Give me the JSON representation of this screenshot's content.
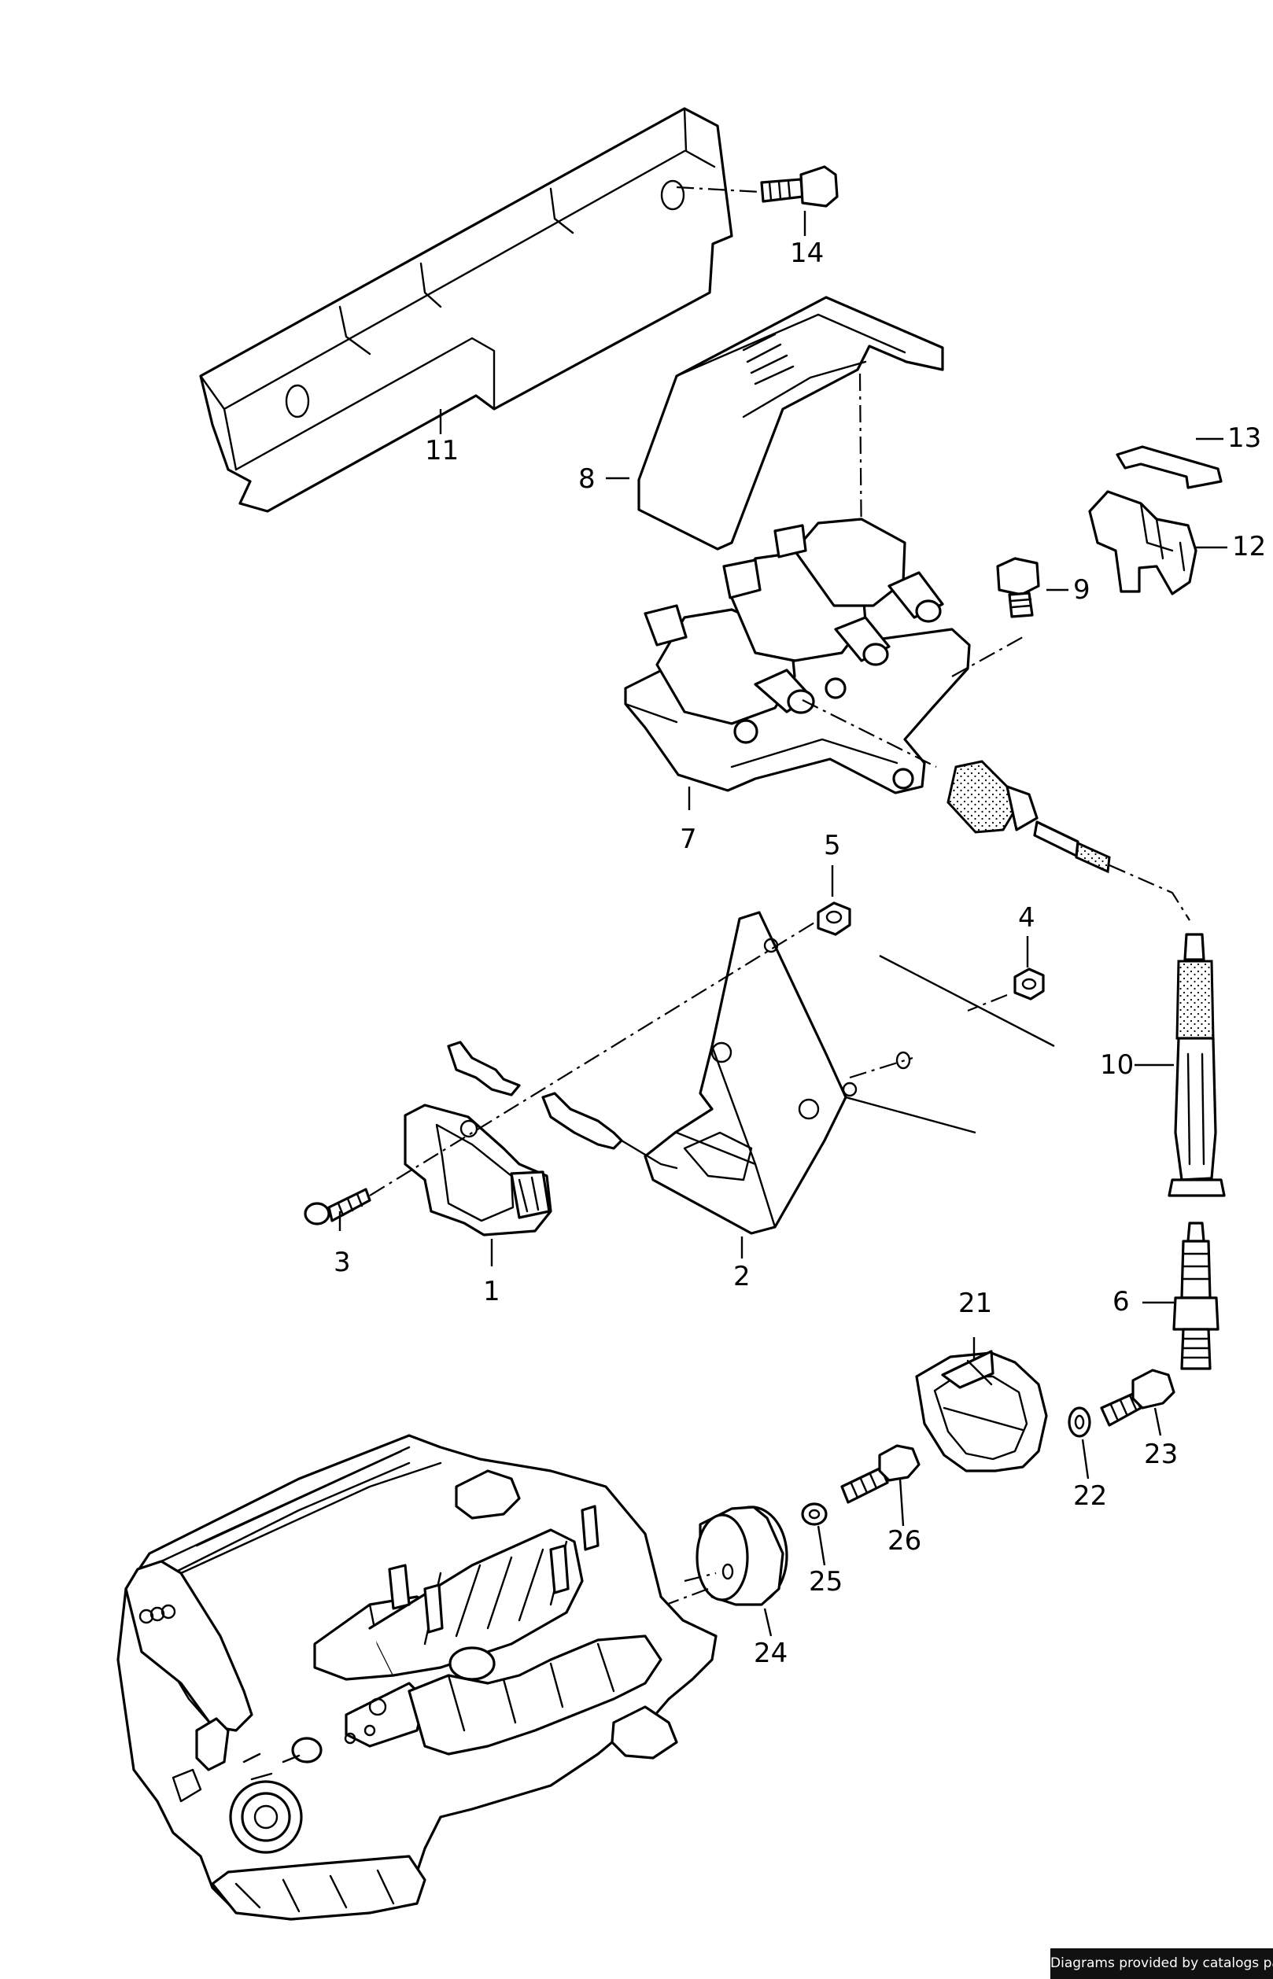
{
  "callouts": [
    {
      "id": "1",
      "label": "1"
    },
    {
      "id": "2",
      "label": "2"
    },
    {
      "id": "3",
      "label": "3"
    },
    {
      "id": "4",
      "label": "4"
    },
    {
      "id": "5",
      "label": "5"
    },
    {
      "id": "6",
      "label": "6"
    },
    {
      "id": "7",
      "label": "7"
    },
    {
      "id": "8",
      "label": "8"
    },
    {
      "id": "9",
      "label": "9"
    },
    {
      "id": "10",
      "label": "10"
    },
    {
      "id": "11",
      "label": "11"
    },
    {
      "id": "12",
      "label": "12"
    },
    {
      "id": "13",
      "label": "13"
    },
    {
      "id": "14",
      "label": "14"
    },
    {
      "id": "21",
      "label": "21"
    },
    {
      "id": "22",
      "label": "22"
    },
    {
      "id": "23",
      "label": "23"
    },
    {
      "id": "24",
      "label": "24"
    },
    {
      "id": "25",
      "label": "25"
    },
    {
      "id": "26",
      "label": "26"
    }
  ],
  "credit": "Diagrams provided by catalogs parts",
  "colors": {
    "ink": "#000000",
    "paper": "#ffffff",
    "credit_background": "#111111",
    "credit_text": "#ffffff"
  }
}
